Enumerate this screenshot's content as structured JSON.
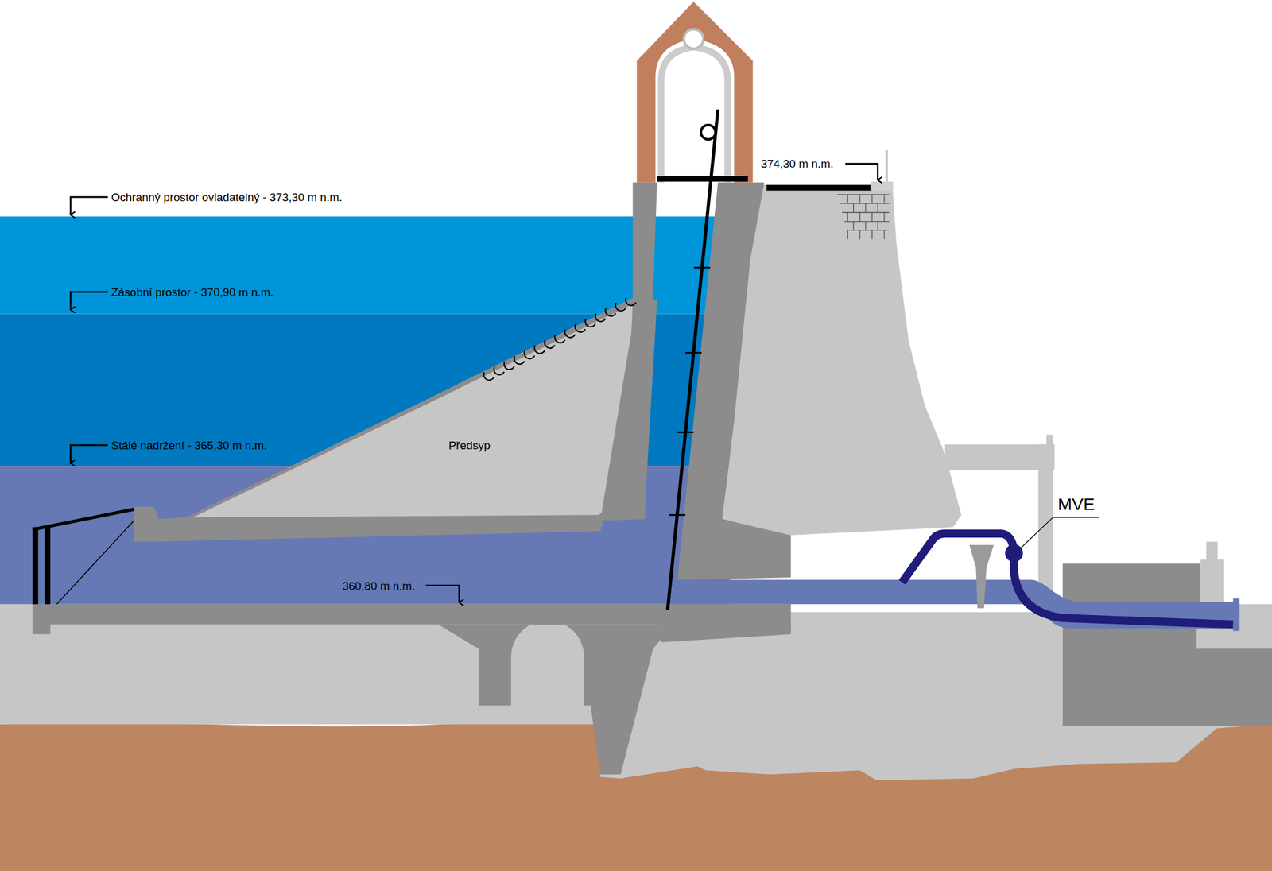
{
  "diagram": {
    "labels": [
      "Ochranný prostor ovladatelný - 373,30 m n.m.",
      "Zásobní prostor - 370,90 m n.m.",
      "Stálé nadržení - 365,30 m n.m.",
      "Předsyp",
      "360,80 m n.m.",
      "374,30 m n.m.",
      "MVE"
    ]
  }
}
